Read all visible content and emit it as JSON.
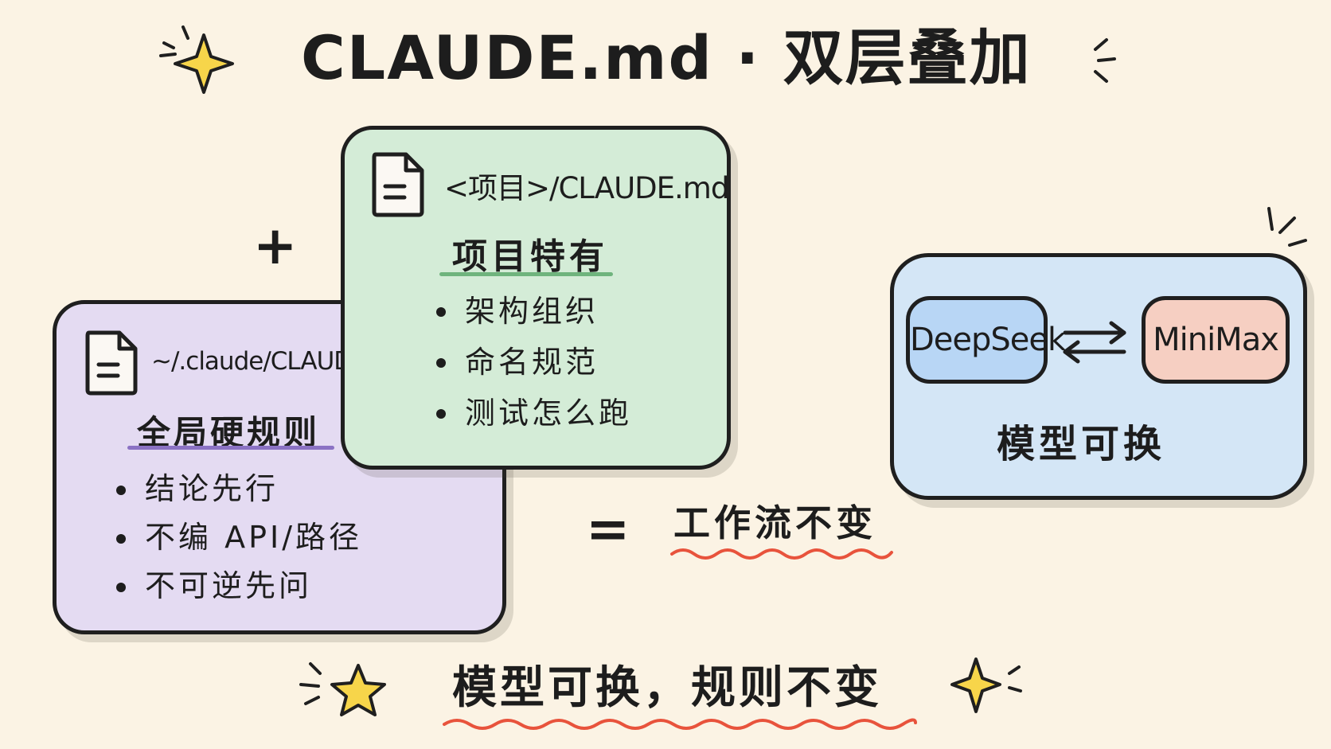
{
  "title": "CLAUDE.md · 双层叠加",
  "global_card": {
    "path": "~/.claude/CLAUDE.md",
    "heading": "全局硬规则",
    "items": [
      "结论先行",
      "不编 API/路径",
      "不可逆先问"
    ],
    "color": "#e4dbf2"
  },
  "project_card": {
    "path": "<项目>/CLAUDE.md",
    "heading": "项目特有",
    "items": [
      "架构组织",
      "命名规范",
      "测试怎么跑"
    ],
    "color": "#d4ecd7"
  },
  "operators": {
    "plus": "+",
    "equals": "="
  },
  "result": "工作流不变",
  "model_card": {
    "left_model": "DeepSeek",
    "right_model": "MiniMax",
    "caption": "模型可换",
    "color": "#d4e6f6",
    "left_color": "#b8d6f5",
    "right_color": "#f6cfc2"
  },
  "footer": "模型可换，规则不变",
  "icons": [
    "sparkle-icon",
    "file-icon",
    "swap-arrows-icon",
    "star-icon",
    "wavy-underline"
  ],
  "accent_colors": {
    "wavy": "#e8533c",
    "star": "#f7d54a",
    "purple_underline": "#8b72c4",
    "green_underline": "#6fb47d"
  }
}
